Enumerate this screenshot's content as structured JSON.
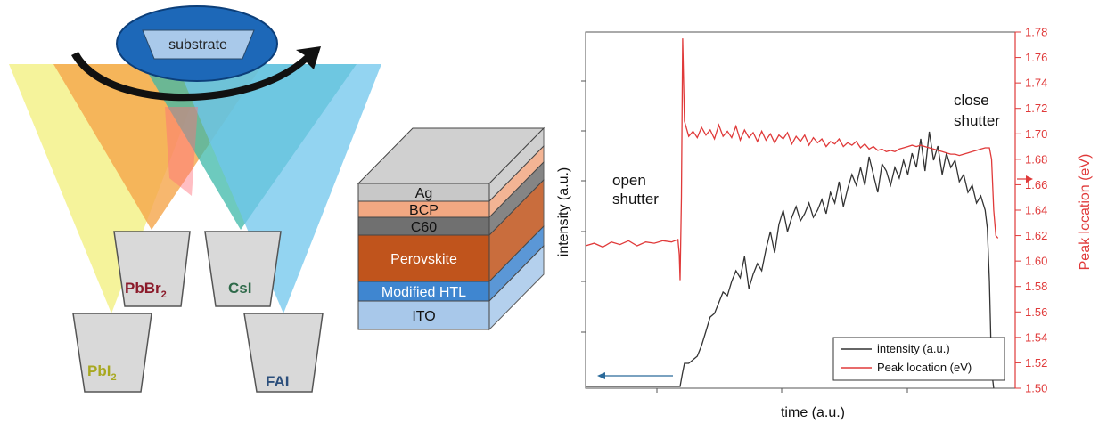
{
  "schematic": {
    "substrate_label": "substrate",
    "sources": [
      {
        "label": "PbI",
        "sub": "2",
        "color": "#a8a820"
      },
      {
        "label": "PbBr",
        "sub": "2",
        "color": "#8b1a2a"
      },
      {
        "label": "CsI",
        "sub": "",
        "color": "#2f6a4a"
      },
      {
        "label": "FAI",
        "sub": "",
        "color": "#2c4f7c"
      }
    ],
    "plume_colors": {
      "yellow": "#f2ef7a",
      "orange": "#f5a54a",
      "teal": "#3cb8a8",
      "blue": "#6fc6ec"
    }
  },
  "stack": {
    "layers": [
      {
        "label": "Ag",
        "color": "#c8c8c8"
      },
      {
        "label": "BCP",
        "color": "#f2a882"
      },
      {
        "label": "C60",
        "color": "#707070"
      },
      {
        "label": "Perovskite",
        "color": "#c0541c"
      },
      {
        "label": "Modified HTL",
        "color": "#3f86d0"
      },
      {
        "label": "ITO",
        "color": "#a8c8ea"
      }
    ]
  },
  "chart_data": {
    "type": "line",
    "xlabel": "time (a.u.)",
    "ylabel_left": "intensity (a.u.)",
    "ylabel_right": "Peak location (eV)",
    "ylim_right": [
      1.5,
      1.78
    ],
    "yticks_right": [
      "1.50",
      "1.52",
      "1.54",
      "1.56",
      "1.58",
      "1.60",
      "1.62",
      "1.64",
      "1.66",
      "1.68",
      "1.70",
      "1.72",
      "1.74",
      "1.76",
      "1.78"
    ],
    "xlim": [
      0,
      100
    ],
    "ylim_left": [
      0,
      1
    ],
    "annotations": {
      "open": [
        "open",
        "shutter"
      ],
      "close": [
        "close",
        "shutter"
      ]
    },
    "legend": {
      "position": "bottom-right",
      "entries": [
        "intensity (a.u.)",
        "Peak location (eV)"
      ]
    },
    "series": [
      {
        "name": "intensity (a.u.)",
        "color": "#333333",
        "axis": "left",
        "x": [
          0,
          22,
          22.5,
          23,
          24,
          25,
          26,
          27,
          28,
          29,
          30,
          31,
          32,
          33,
          34,
          35,
          36,
          37,
          38,
          39,
          40,
          41,
          42,
          43,
          44,
          45,
          46,
          47,
          48,
          49,
          50,
          51,
          52,
          53,
          54,
          55,
          56,
          57,
          58,
          59,
          60,
          61,
          62,
          63,
          64,
          65,
          66,
          67,
          68,
          69,
          70,
          71,
          72,
          73,
          74,
          75,
          76,
          77,
          78,
          79,
          80,
          81,
          82,
          83,
          84,
          85,
          86,
          87,
          88,
          89,
          90,
          91,
          92,
          93,
          93.5,
          94,
          94.5,
          95
        ],
        "y": [
          0.005,
          0.005,
          0.04,
          0.07,
          0.07,
          0.08,
          0.09,
          0.12,
          0.16,
          0.2,
          0.21,
          0.24,
          0.27,
          0.26,
          0.3,
          0.33,
          0.31,
          0.37,
          0.28,
          0.32,
          0.35,
          0.33,
          0.39,
          0.44,
          0.38,
          0.46,
          0.5,
          0.44,
          0.48,
          0.51,
          0.47,
          0.49,
          0.52,
          0.48,
          0.5,
          0.53,
          0.49,
          0.55,
          0.52,
          0.58,
          0.51,
          0.56,
          0.6,
          0.57,
          0.62,
          0.57,
          0.65,
          0.6,
          0.55,
          0.63,
          0.61,
          0.57,
          0.62,
          0.59,
          0.64,
          0.6,
          0.66,
          0.62,
          0.7,
          0.61,
          0.72,
          0.64,
          0.68,
          0.6,
          0.66,
          0.62,
          0.64,
          0.58,
          0.6,
          0.55,
          0.57,
          0.52,
          0.54,
          0.5,
          0.45,
          0.3,
          0.05,
          0.0
        ]
      },
      {
        "name": "Peak location (eV)",
        "color": "#e03a3a",
        "axis": "right",
        "x": [
          0,
          2,
          4,
          6,
          8,
          10,
          12,
          14,
          16,
          18,
          20,
          21.5,
          21.8,
          22.0,
          22.3,
          22.6,
          23,
          24,
          25,
          26,
          27,
          28,
          29,
          30,
          31,
          32,
          33,
          34,
          35,
          36,
          37,
          38,
          39,
          40,
          41,
          42,
          43,
          44,
          45,
          46,
          47,
          48,
          49,
          50,
          51,
          52,
          53,
          54,
          55,
          56,
          57,
          58,
          59,
          60,
          61,
          62,
          63,
          64,
          65,
          66,
          67,
          68,
          69,
          70,
          71,
          72,
          73,
          74,
          75,
          76,
          77,
          78,
          79,
          80,
          81,
          82,
          83,
          84,
          85,
          86,
          87,
          88,
          89,
          90,
          91,
          92,
          93,
          94,
          94.5,
          95,
          95.5,
          96
        ],
        "y": [
          1.612,
          1.614,
          1.611,
          1.615,
          1.613,
          1.616,
          1.612,
          1.615,
          1.614,
          1.616,
          1.615,
          1.617,
          1.605,
          1.585,
          1.65,
          1.775,
          1.71,
          1.698,
          1.702,
          1.697,
          1.705,
          1.699,
          1.703,
          1.696,
          1.707,
          1.698,
          1.702,
          1.697,
          1.706,
          1.695,
          1.703,
          1.697,
          1.701,
          1.694,
          1.702,
          1.695,
          1.7,
          1.693,
          1.699,
          1.696,
          1.701,
          1.692,
          1.698,
          1.694,
          1.699,
          1.691,
          1.697,
          1.693,
          1.696,
          1.69,
          1.694,
          1.692,
          1.696,
          1.69,
          1.693,
          1.691,
          1.694,
          1.689,
          1.692,
          1.688,
          1.69,
          1.687,
          1.688,
          1.686,
          1.687,
          1.686,
          1.688,
          1.689,
          1.69,
          1.691,
          1.69,
          1.691,
          1.69,
          1.689,
          1.688,
          1.687,
          1.686,
          1.685,
          1.684,
          1.684,
          1.683,
          1.684,
          1.685,
          1.686,
          1.687,
          1.688,
          1.689,
          1.689,
          1.68,
          1.64,
          1.62,
          1.618
        ]
      }
    ]
  }
}
